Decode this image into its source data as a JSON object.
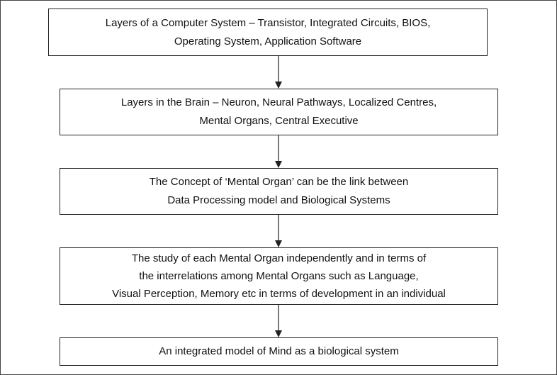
{
  "boxes": [
    {
      "lines": [
        "Layers of a Computer System – Transistor, Integrated Circuits, BIOS,",
        "Operating System, Application Software"
      ]
    },
    {
      "lines": [
        "Layers in the Brain – Neuron, Neural Pathways, Localized Centres,",
        "Mental Organs, Central Executive"
      ]
    },
    {
      "lines": [
        "The Concept of ‘Mental Organ’ can be the link between",
        "Data Processing model and Biological Systems"
      ]
    },
    {
      "lines": [
        "The study of each Mental Organ independently and in terms of",
        "the interrelations among Mental Organs such as Language,",
        "Visual Perception, Memory etc in terms of development in an individual"
      ]
    },
    {
      "lines": [
        "An integrated model of Mind as a biological system"
      ]
    }
  ],
  "colors": {
    "border": "#222222",
    "arrow": "#222222",
    "text": "#111111"
  }
}
